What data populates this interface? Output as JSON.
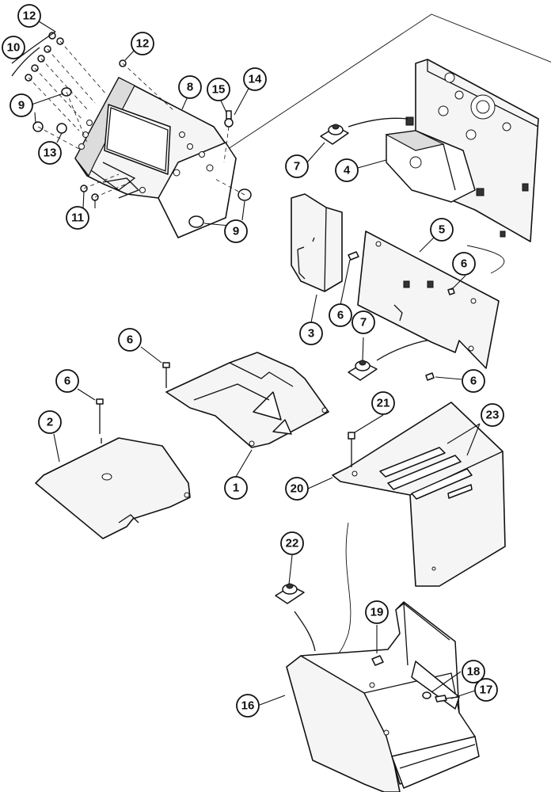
{
  "diagram": {
    "callouts": [
      {
        "id": "c12a",
        "label": "12"
      },
      {
        "id": "c12b",
        "label": "12"
      },
      {
        "id": "c10",
        "label": "10"
      },
      {
        "id": "c8",
        "label": "8"
      },
      {
        "id": "c15",
        "label": "15"
      },
      {
        "id": "c14",
        "label": "14"
      },
      {
        "id": "c9a",
        "label": "9"
      },
      {
        "id": "c13",
        "label": "13"
      },
      {
        "id": "c11",
        "label": "11"
      },
      {
        "id": "c9b",
        "label": "9"
      },
      {
        "id": "c7a",
        "label": "7"
      },
      {
        "id": "c4",
        "label": "4"
      },
      {
        "id": "c5",
        "label": "5"
      },
      {
        "id": "c6a",
        "label": "6"
      },
      {
        "id": "c3",
        "label": "3"
      },
      {
        "id": "c6b",
        "label": "6"
      },
      {
        "id": "c7b",
        "label": "7"
      },
      {
        "id": "c6c",
        "label": "6"
      },
      {
        "id": "c6d",
        "label": "6"
      },
      {
        "id": "c6e",
        "label": "6"
      },
      {
        "id": "c2",
        "label": "2"
      },
      {
        "id": "c1",
        "label": "1"
      },
      {
        "id": "c21",
        "label": "21"
      },
      {
        "id": "c23",
        "label": "23"
      },
      {
        "id": "c20",
        "label": "20"
      },
      {
        "id": "c22",
        "label": "22"
      },
      {
        "id": "c19",
        "label": "19"
      },
      {
        "id": "c18",
        "label": "18"
      },
      {
        "id": "c17",
        "label": "17"
      },
      {
        "id": "c16",
        "label": "16"
      }
    ]
  }
}
